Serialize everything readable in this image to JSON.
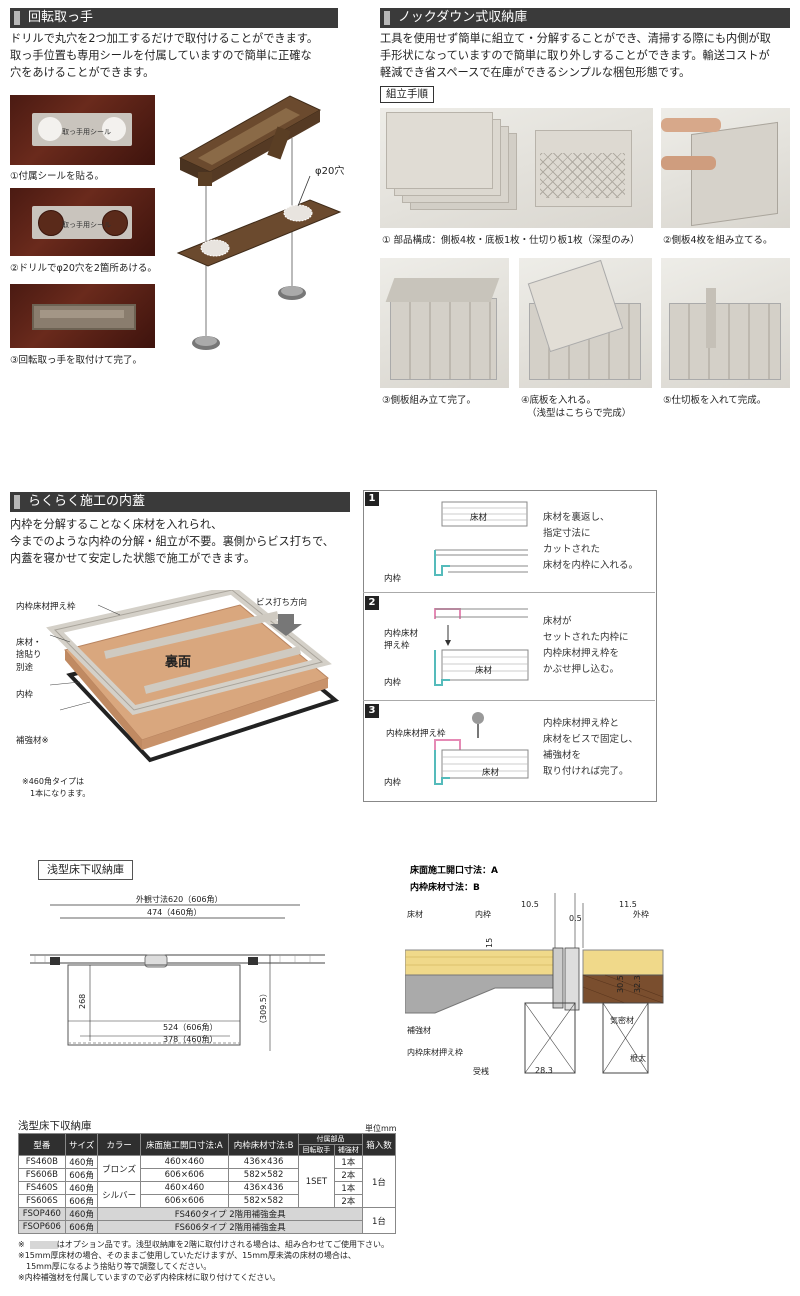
{
  "sec1": {
    "title": "回転取っ手",
    "text": [
      "ドリルで丸穴を2つ加工するだけで取付けることができます。",
      "取っ手位置も専用シールを付属していますので簡単に正確な",
      "穴をあけることができます。"
    ],
    "caps": [
      "①付属シールを貼る。",
      "②ドリルでφ20穴を2箇所あける。",
      "③回転取っ手を取付けて完了。"
    ],
    "sticker_label": "取っ手用シール",
    "hole_label": "φ20穴"
  },
  "sec2": {
    "title": "ノックダウン式収納庫",
    "text": [
      "工具を使用せず簡単に組立て・分解することができ、清掃する際にも内側が取",
      "手形状になっていますので簡単に取り外しすることができます。輸送コストが",
      "軽減でき省スペースで在庫ができるシンプルな梱包形態です。"
    ],
    "procedure_label": "組立手順",
    "caps": [
      "① 部品構成：側板4枚・底板1枚・仕切り板1枚（深型のみ）",
      "②側板4枚を組み立てる。",
      "③側板組み立て完了。",
      "④底板を入れる。",
      "（浅型はこちらで完成）",
      "⑤仕切板を入れて完成。"
    ]
  },
  "sec3": {
    "title": "らくらく施工の内蓋",
    "text": [
      "内枠を分解することなく床材を入れられ、",
      "今までのような内枠の分解・組立が不要。裏側からビス打ちで、",
      "内蓋を寝かせて安定した状態で施工ができます。"
    ],
    "labels": {
      "inner_frame_press": "内枠床材押え枠",
      "screw_dir": "ビス打ち方向",
      "floor_line1": "床材・",
      "floor_line2": "捨貼り",
      "floor_line3": "別途",
      "inner_frame": "内枠",
      "reinforce": "補強材※",
      "back": "裏面",
      "note1": "※460角タイプは",
      "note2": "1本になります。"
    },
    "steps": [
      {
        "num": "1",
        "lines": [
          "床材を裏返し、",
          "指定寸法に",
          "カットされた",
          "床材を内枠に入れる。"
        ],
        "floor": "床材",
        "inner": "内枠"
      },
      {
        "num": "2",
        "lines": [
          "床材が",
          "セットされた内枠に",
          "内枠床材押え枠を",
          "かぶせ押し込む。"
        ],
        "press1": "内枠床材",
        "press2": "押え枠",
        "floor": "床材",
        "inner": "内枠"
      },
      {
        "num": "3",
        "lines": [
          "内枠床材押え枠と",
          "床材をビスで固定し、",
          "補強材を",
          "取り付ければ完了。"
        ],
        "press": "内枠床材押え枠",
        "floor": "床材",
        "inner": "内枠"
      }
    ]
  },
  "sec4": {
    "title": "浅型床下収納庫",
    "dims": {
      "outer": "外観寸法620（606角）",
      "outer2": "474（460角）",
      "inner": "524（606角）",
      "inner2": "378（460角）",
      "h": "268",
      "h2": "（309.5）"
    },
    "section": {
      "a_label": "床面施工開口寸法：A",
      "b_label": "内枠床材寸法：B",
      "d1": "10.5",
      "d2": "11.5",
      "d3": "0.5",
      "d4": "15",
      "d5": "30.5",
      "d6": "32.3",
      "d7": "28.3",
      "floor": "床材",
      "inner": "内枠",
      "outer": "外枠",
      "reinforce": "補強材",
      "airtight": "気密材",
      "press": "内枠床材押え枠",
      "receiver": "受桟",
      "joist": "根太"
    }
  },
  "table": {
    "title": "浅型床下収納庫",
    "unit": "単位mm",
    "headers": [
      "型番",
      "サイズ",
      "カラー",
      "床面施工開口寸法:A",
      "内枠床材寸法:B",
      "付属部品",
      "回転取手",
      "補強材",
      "箱入数"
    ],
    "rows": [
      [
        "FS460B",
        "460角",
        "460×460",
        "436×436",
        "1本"
      ],
      [
        "FS606B",
        "606角",
        "606×606",
        "582×582",
        "2本"
      ],
      [
        "FS460S",
        "460角",
        "460×460",
        "436×436",
        "1本"
      ],
      [
        "FS606S",
        "606角",
        "606×606",
        "582×582",
        "2本"
      ]
    ],
    "colors": [
      "ブロンズ",
      "シルバー"
    ],
    "handle": "1SET",
    "box": "1台",
    "opt_rows": [
      [
        "FSOP460",
        "460角",
        "FS460タイプ 2階用補強金具"
      ],
      [
        "FSOP606",
        "606角",
        "FS606タイプ 2階用補強金具"
      ]
    ],
    "notes": [
      "※　　　　はオプション品です。浅型収納庫を2階に取付けされる場合は、組み合わせてご使用下さい。",
      "※15mm厚床材の場合、そのままご使用していただけますが、15mm厚未満の床材の場合は、",
      "　15mm厚になるよう捨貼り等で調整してください。",
      "※内枠補強材を付属していますので必ず内枠床材に取り付けてください。"
    ]
  }
}
